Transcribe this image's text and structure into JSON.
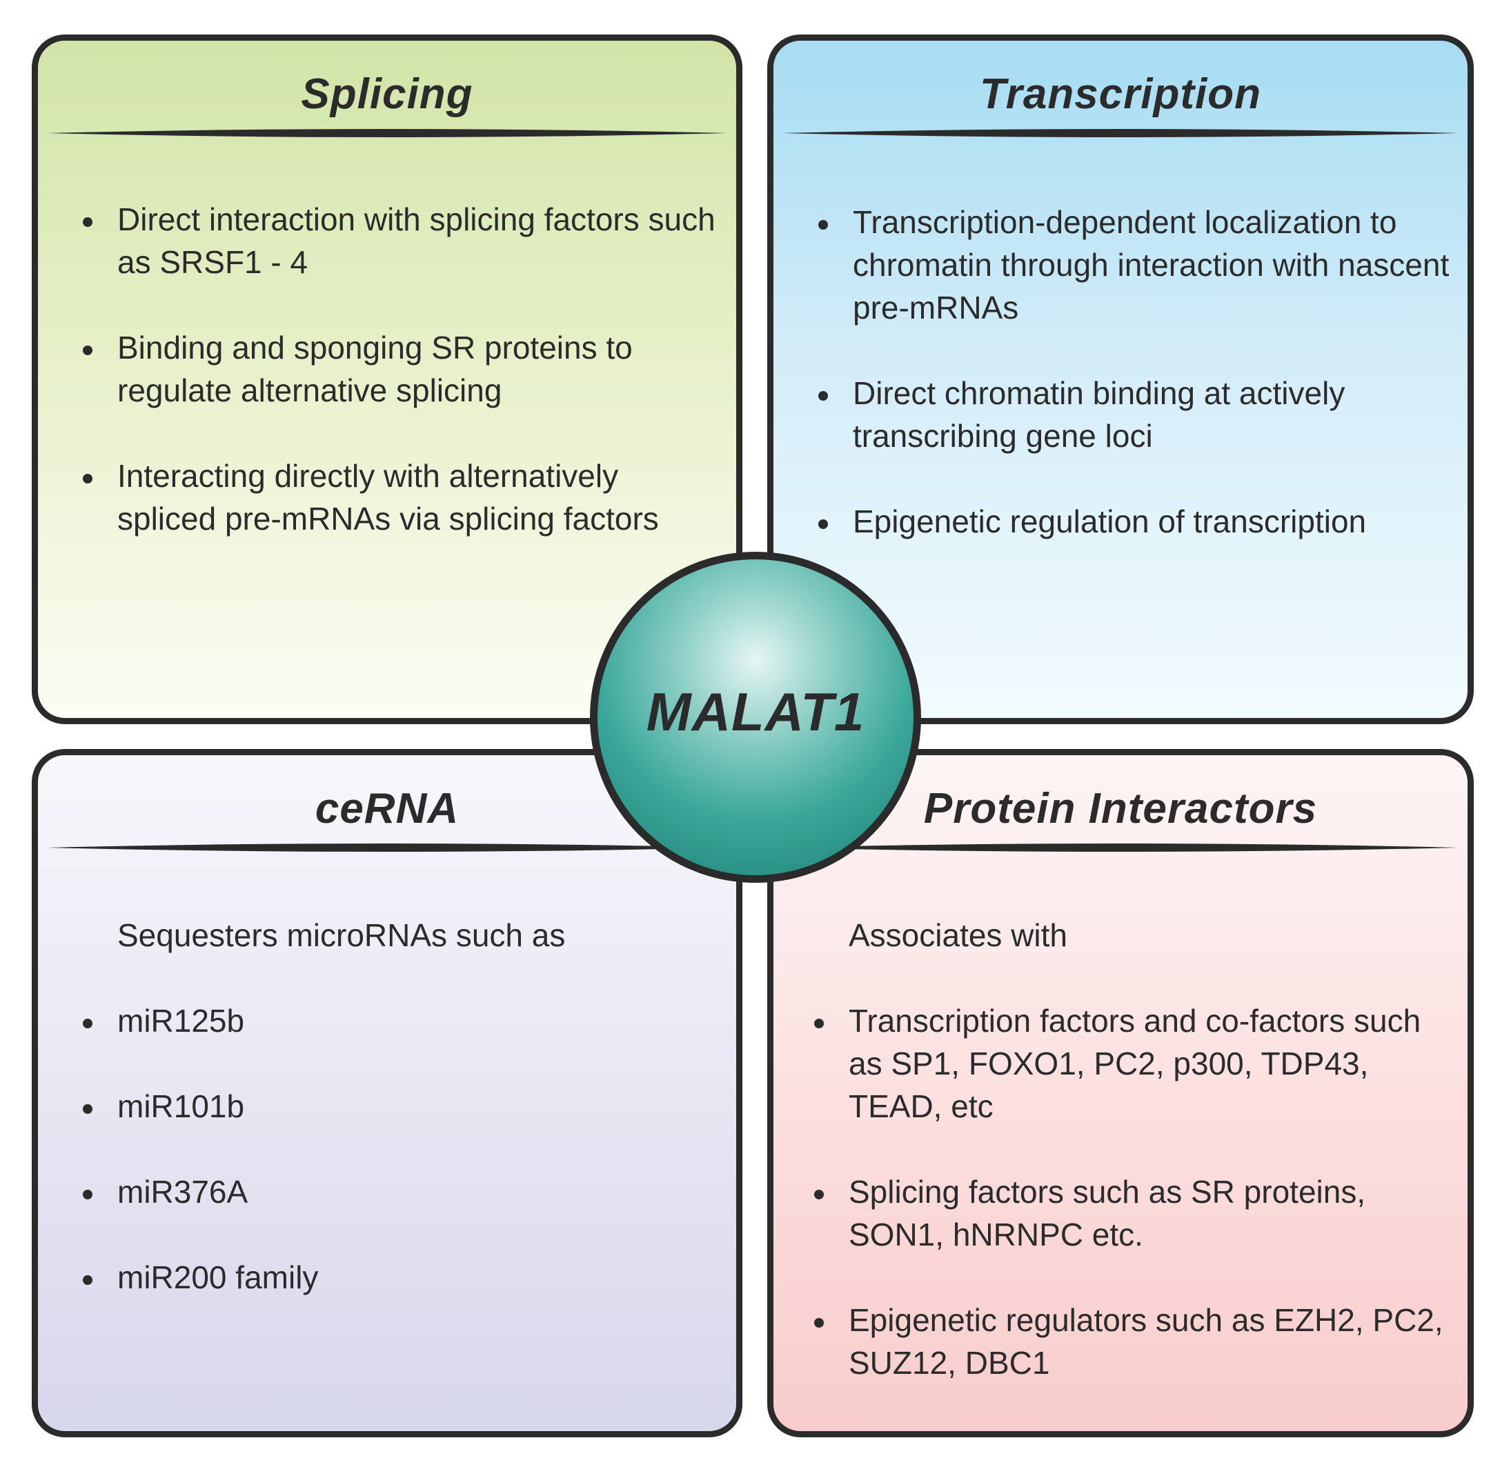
{
  "center": {
    "label": "MALAT1"
  },
  "panels": {
    "splicing": {
      "title": "Splicing",
      "items": [
        "Direct interaction with splicing factors such as SRSF1 - 4",
        "Binding and sponging SR proteins to regulate alternative splicing",
        "Interacting directly with alternatively spliced pre-mRNAs via splicing factors"
      ]
    },
    "transcription": {
      "title": "Transcription",
      "items": [
        "Transcription-dependent localization to chromatin through interaction with nascent pre-mRNAs",
        "Direct chromatin binding at actively transcribing gene loci",
        "Epigenetic regulation of transcription"
      ]
    },
    "cerna": {
      "title": "ceRNA",
      "intro": "Sequesters microRNAs such as",
      "items": [
        "miR125b",
        "miR101b",
        "miR376A",
        "miR200 family"
      ]
    },
    "protein": {
      "title": "Protein Interactors",
      "intro": "Associates with",
      "items": [
        "Transcription factors and co-factors such as SP1, FOXO1, PC2, p300, TDP43, TEAD, etc",
        "Splicing factors such as SR proteins, SON1, hNRNPC etc.",
        "Epigenetic regulators such as EZH2, PC2, SUZ12, DBC1"
      ]
    }
  },
  "colors": {
    "outline": "#2b2b2b",
    "splicing_bg": "#d2e4a8",
    "transcription_bg": "#a6dcf2",
    "cerna_bg": "#d7d7eb",
    "protein_bg": "#f8cccc",
    "hub": "#3aa79a"
  }
}
